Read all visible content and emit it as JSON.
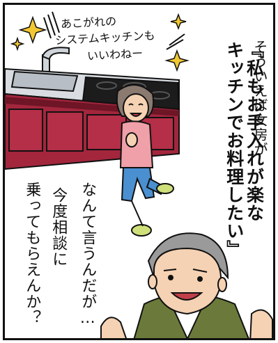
{
  "narration": {
    "line1": "そういえば女房が",
    "line2": "『私もお手入れが楽な",
    "line3": "キッチンでお料理したい』"
  },
  "wife_thought": {
    "line1": "あこがれの",
    "line2": "システムキッチンも",
    "line3": "いいわねー"
  },
  "husband_speech": {
    "line1": "なんて言うんだが…",
    "line2": "今度相談に",
    "line3": "乗ってもらえんか？"
  },
  "colors": {
    "cabinet": "#a3263d",
    "cabinet_dark": "#6e1526",
    "counter": "#d9dde2",
    "stove": "#1c1c1c",
    "wife_shirt": "#f0a0a8",
    "wife_pants": "#4a8fd0",
    "slippers": "#cfe07a",
    "vest": "#6b7a3a",
    "skin": "#f5d2b3",
    "hair_gray": "#8a8a8a"
  }
}
